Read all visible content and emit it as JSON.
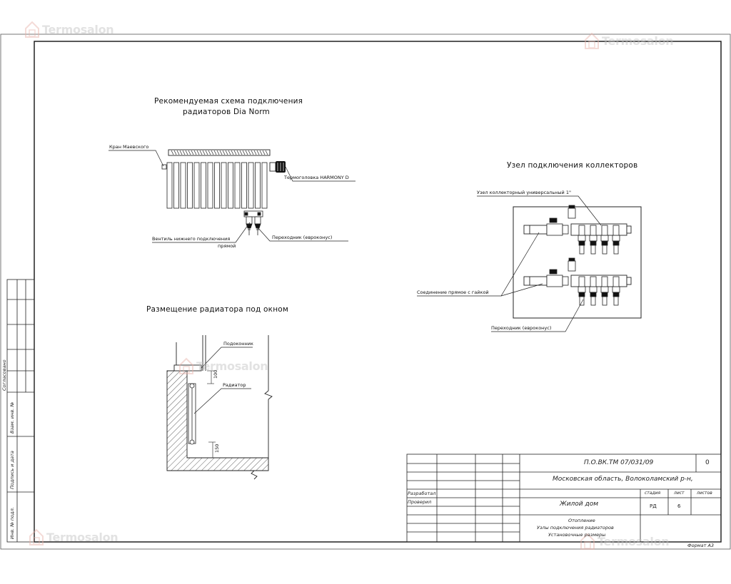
{
  "titles": {
    "radiator_scheme": [
      "Рекомендуемая схема подключения",
      "радиаторов Dia Norm"
    ],
    "collector_node": "Узел подключения коллекторов",
    "window_placement": "Размещение радиатора под окном"
  },
  "radiator_notes": {
    "mayevsky_valve": "Кран Маевского",
    "thermostatic_head": "Термоголовка HARMONY D",
    "bottom_valve": [
      "Вентиль нижнего подключения",
      "прямой"
    ],
    "eurocone": "Переходник (евроконус)"
  },
  "collector_notes": {
    "universal_node": "Узел коллекторный универсальный 1\"",
    "nut_connection": "Соединение прямое с гайкой",
    "eurocone": "Переходник (евроконус)"
  },
  "window_notes": {
    "sill": "Подоконник",
    "radiator": "Радиатор",
    "dim_top": "100",
    "dim_bottom": "150"
  },
  "stamp": {
    "code": "П.О.ВК.ТМ 07/031/09",
    "rev": "0",
    "location": "Московская область, Волоколамский р-н,",
    "developed_label": "Разработал",
    "checked_label": "Проверил",
    "building": "Жилой дом",
    "stage_header": "стадия",
    "sheet_header": "лист",
    "sheets_header": "листов",
    "stage_value": "РД",
    "sheet_value": "6",
    "desc": [
      "Отопление",
      "Узлы подключения радиаторов",
      "Установочные размеры"
    ],
    "format": "Формат А3"
  },
  "margin_stamp": {
    "agreed": "Согласовано",
    "replace_inv": "Взам. инв. №",
    "sign_date": "Подпись и дата",
    "inv_orig": "Инв. № подл."
  },
  "watermarks": [
    "Termosalon",
    "Termosalon",
    "Termosalon",
    "Termosalon",
    "Termosalon"
  ],
  "colors": {
    "line": "#1a1a1a",
    "hatch": "#333333",
    "watermark": "#c9c9c9",
    "watermark_icon": "#e8b0a8"
  }
}
